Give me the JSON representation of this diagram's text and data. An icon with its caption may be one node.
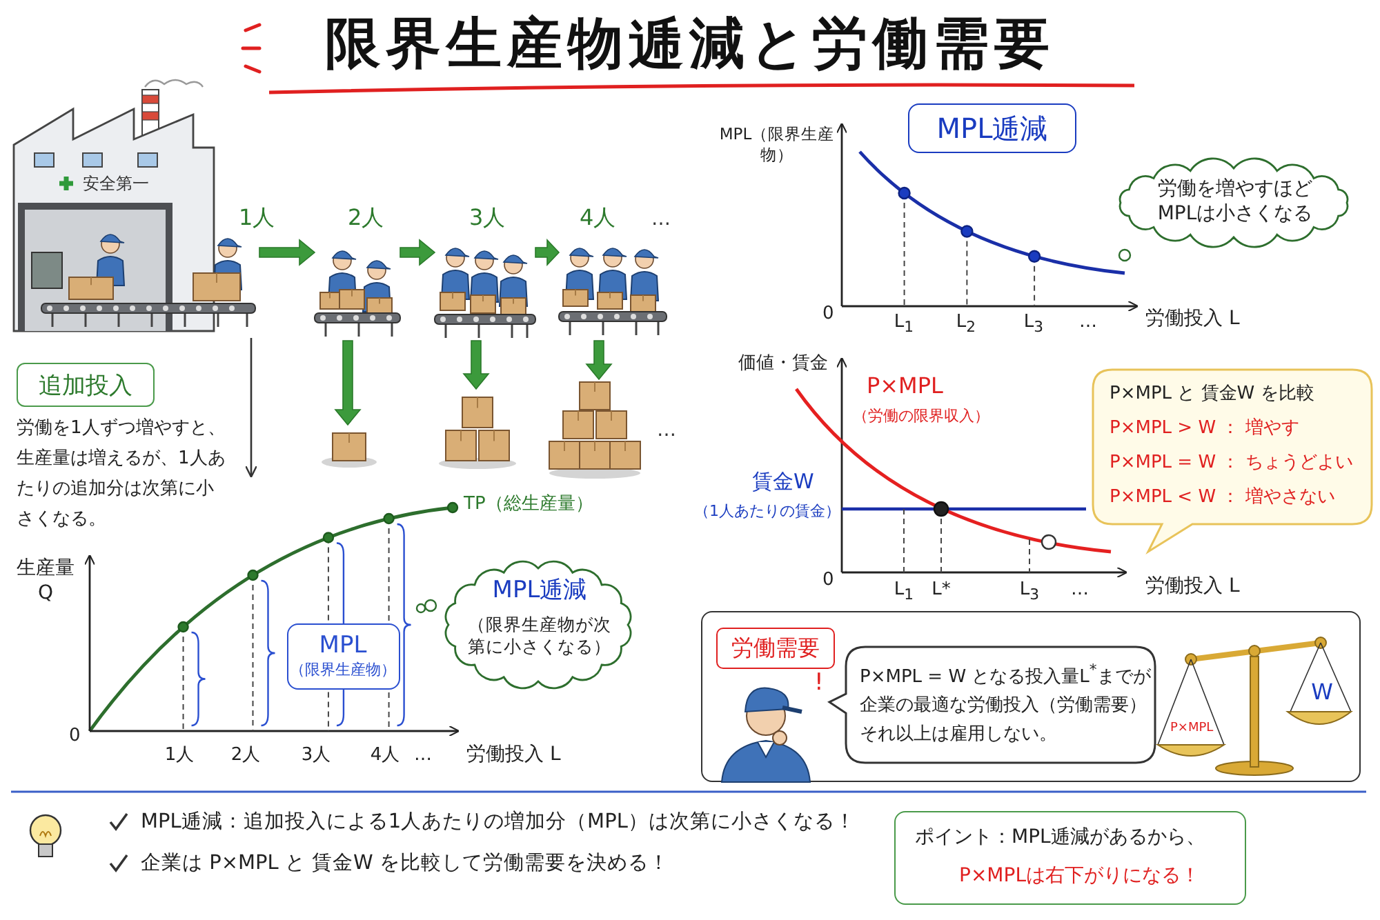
{
  "diagram": {
    "title": "限界生産物逓減と労働需要",
    "nodes": [
      {
        "text": [],
        "shape": "picture",
        "beside": [
          "1人"
        ]
      },
      {
        "text": [],
        "shape": "picture",
        "beside": [
          "2人"
        ]
      },
      {
        "text": [],
        "shape": "picture",
        "beside": [
          "3人"
        ]
      },
      {
        "text": [],
        "shape": "picture",
        "beside": [
          "4人"
        ]
      },
      {
        "text": [],
        "shape": "picture"
      },
      {
        "text": [],
        "shape": "picture"
      },
      {
        "text": [],
        "shape": "picture"
      },
      {
        "text": [
          "追加投入"
        ]
      },
      {
        "text": [
          "MPL",
          "（限界生産物）"
        ]
      },
      {
        "text": [
          "MPL逓減",
          "（限界生産物が次第に小さくなる）"
        ]
      },
      {
        "text": [
          "MPL逓減"
        ]
      },
      {
        "text": [
          "労働を増やすほどMPLは小さくなる"
        ]
      },
      {
        "text": [
          "P×MPL と 賃金W を比較",
          "P×MPL > W ： 増やす",
          "P×MPL = W ： ちょうどよい",
          "P×MPL < W ： 増やさない"
        ]
      },
      {
        "text": [],
        "shape": "box"
      },
      {
        "text": [
          "労働需要"
        ],
        "in": 13
      },
      {
        "text": [],
        "shape": "person",
        "in": 13
      },
      {
        "text": [
          "P×MPL = W となる投入量L$^{*}$までが企業の最適な労働投入（労働需要）それ以上は雇用しない。"
        ],
        "in": 13
      },
      {
        "text": [
          "P×MPL",
          "W"
        ],
        "in": 13
      },
      {
        "text": [
          "ポイント：MPL逓減があるから、",
          "P×MPLは右下がりになる！"
        ]
      }
    ],
    "edges": [
      {
        "from": 0,
        "to": 1,
        "arrow": "to"
      },
      {
        "from": 1,
        "to": 2,
        "arrow": "to"
      },
      {
        "from": 2,
        "to": 3,
        "arrow": "to"
      },
      {
        "from": 1,
        "to": 4,
        "arrow": "to"
      },
      {
        "from": 2,
        "to": 5,
        "arrow": "to"
      },
      {
        "from": 3,
        "to": 6,
        "arrow": "to"
      },
      {
        "from": 0,
        "to": null,
        "arrow": "to",
        "color": "#333333"
      }
    ],
    "labels": [
      "安全第一",
      "…",
      "…",
      "労働を1人ずつ増やすと、生産量は増えるが、1人あたりの追加分は次第に小さくなる。",
      "TP（総生産量）",
      "生産量 Q",
      "0",
      "1人",
      "2人",
      "3人",
      "4人",
      "…",
      "労働投入 L",
      "MPL（限界生産物）",
      "0",
      "L$_{1}$",
      "L$_{2}$",
      "L$_{3}$",
      "…",
      "労働投入 L",
      "価値・賃金",
      "P×MPL",
      "（労働の限界収入）",
      "賃金W",
      "（1人あたりの賃金）",
      "0",
      "L$_{1}$",
      "L*",
      "L$_{3}$",
      "…",
      "労働投入 L",
      "!",
      "MPL逓減：追加投入による1人あたりの増加分（MPL）は次第に小さくなる！",
      "企業は P×MPL と 賃金W を比較して労働需要を決める！"
    ]
  }
}
